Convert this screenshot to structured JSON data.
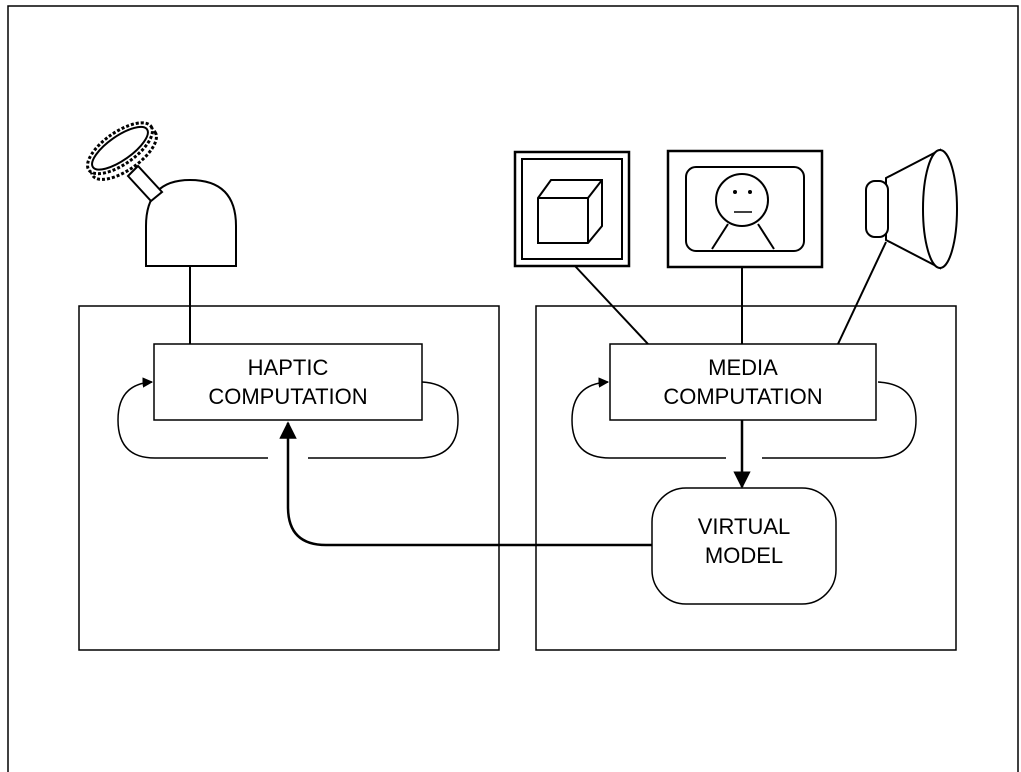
{
  "colors": {
    "ink": "#000000",
    "paper": "#ffffff"
  },
  "icons": {
    "haptic_device": "haptic-device-icon",
    "cube_display": "cube-display-icon",
    "face_display": "face-display-icon",
    "speaker": "speaker-icon"
  },
  "haptic": {
    "label_line1": "HAPTIC",
    "label_line2": "COMPUTATION"
  },
  "media": {
    "label_line1": "MEDIA",
    "label_line2": "COMPUTATION"
  },
  "model": {
    "label_line1": "VIRTUAL",
    "label_line2": "MODEL"
  }
}
